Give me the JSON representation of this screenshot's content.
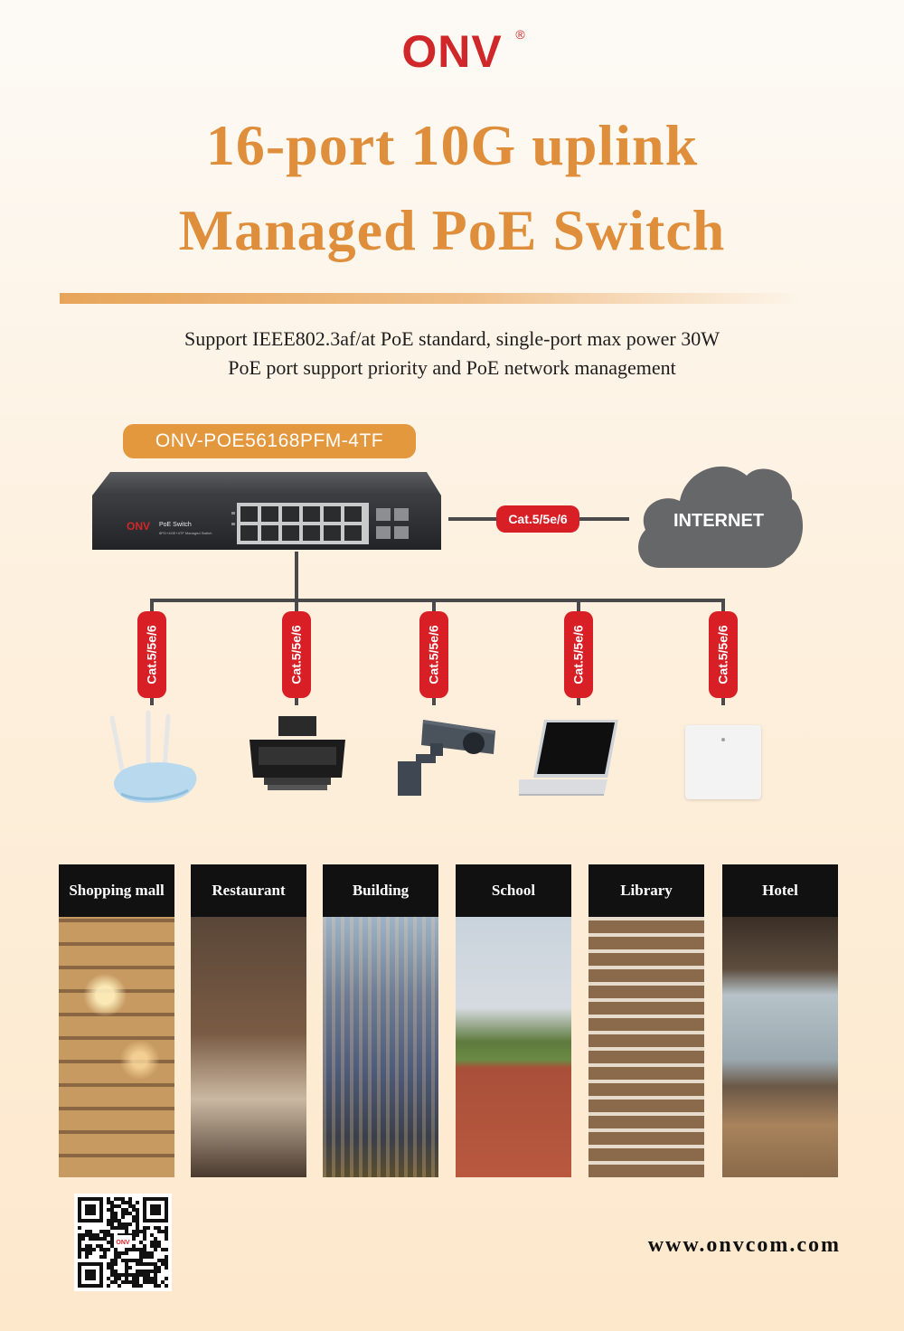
{
  "logo": {
    "brand": "ONV",
    "registered": "®"
  },
  "headline": {
    "line1": "16-port 10G uplink",
    "line2": "Managed PoE Switch"
  },
  "subtitle": {
    "line1": "Support IEEE802.3af/at PoE standard, single-port max power 30W",
    "line2": "PoE port support priority and PoE network management"
  },
  "model": "ONV-POE56168PFM-4TF",
  "switch_device": {
    "brand": "ONV",
    "label": "PoE Switch",
    "sublabel": "8PG+4GE+4TF Managed Switch"
  },
  "internet": {
    "label": "INTERNET"
  },
  "cable_label": "Cat.5/5e/6",
  "devices": [
    {
      "icon": "wireless-router-icon"
    },
    {
      "icon": "printer-icon"
    },
    {
      "icon": "ip-camera-icon"
    },
    {
      "icon": "laptop-icon"
    },
    {
      "icon": "access-point-icon"
    }
  ],
  "scenarios": [
    {
      "label": "Shopping mall"
    },
    {
      "label": "Restaurant"
    },
    {
      "label": "Building"
    },
    {
      "label": "School"
    },
    {
      "label": "Library"
    },
    {
      "label": "Hotel"
    }
  ],
  "qr_brand": "ONV",
  "website": "www.onvcom.com",
  "colors": {
    "accent": "#df8f3b",
    "brand_red": "#d0272b",
    "cable_tag": "#d81f26",
    "pill": "#e4983e"
  }
}
